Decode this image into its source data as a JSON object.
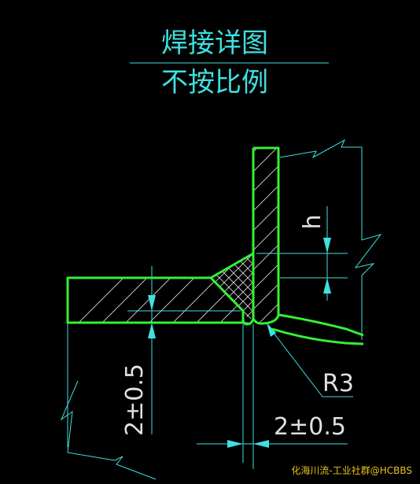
{
  "drawing": {
    "title": "焊接详图",
    "subtitle": "不按比例",
    "dimension_h": "h",
    "dimension_radius": "R3",
    "dimension_vertical": "2±0.5",
    "dimension_horizontal": "2±0.5",
    "watermark": "化海川流-工业社群@HCBBS"
  },
  "colors": {
    "background": "#000000",
    "dimension_lines": "#3fe0e0",
    "part_outline": "#34f134",
    "hatch": "#d8d8d8",
    "watermark": "#e9c21c"
  }
}
